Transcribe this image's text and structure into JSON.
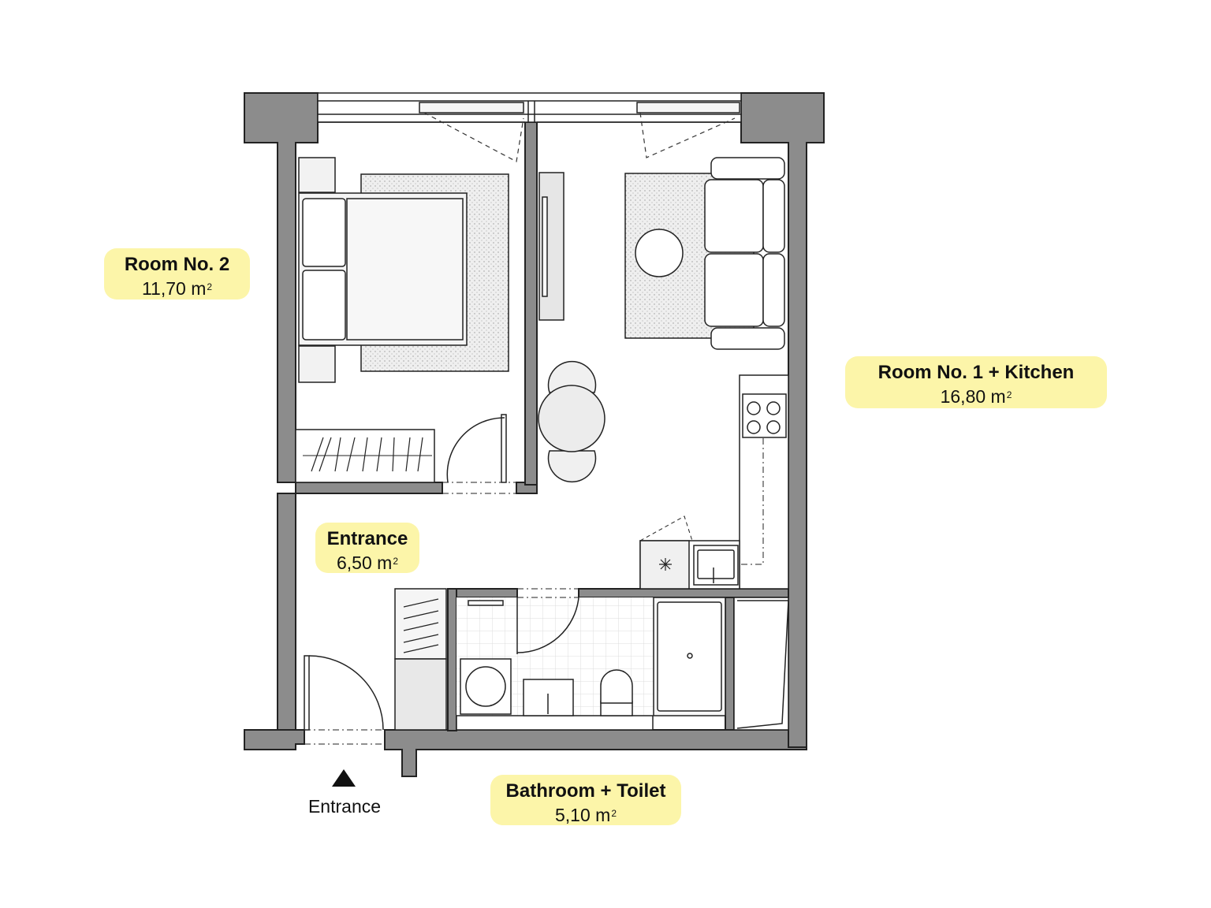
{
  "rooms": {
    "room2": {
      "name": "Room No. 2",
      "area": "11,70 m",
      "unit_sup": "2"
    },
    "room1": {
      "name": "Room No. 1 + Kitchen",
      "area": "16,80 m",
      "unit_sup": "2"
    },
    "entrance": {
      "name": "Entrance",
      "area": "6,50 m",
      "unit_sup": "2"
    },
    "bathroom": {
      "name": "Bathroom + Toilet",
      "area": "5,10 m",
      "unit_sup": "2"
    }
  },
  "entrance_marker": {
    "label": "Entrance"
  },
  "colors": {
    "label_bg": "#fcf5a9",
    "wall": "#8c8c8c",
    "line": "#222222",
    "furniture_fill": "#f2f2f2",
    "rug_fill": "#ececec"
  }
}
